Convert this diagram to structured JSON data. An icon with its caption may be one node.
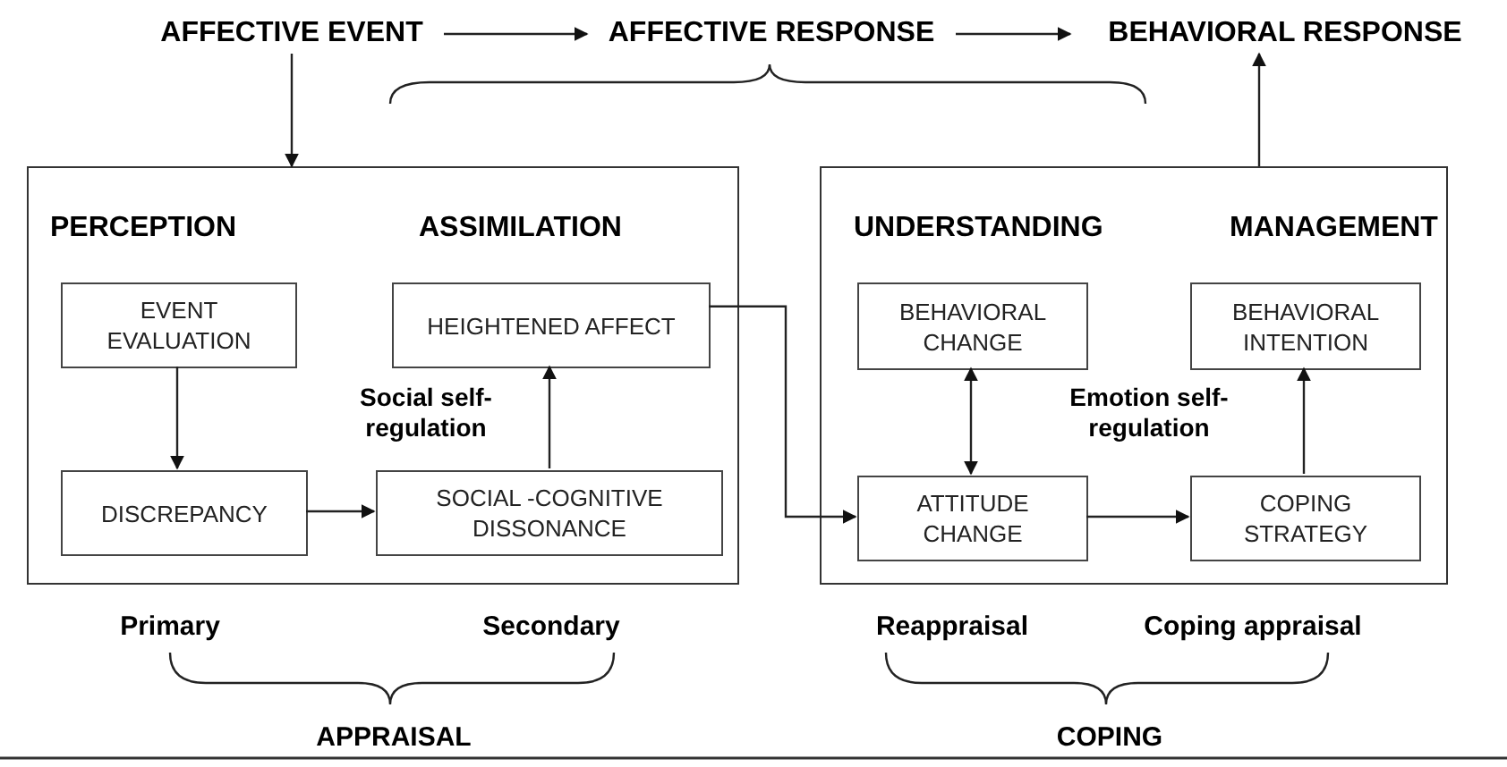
{
  "diagram": {
    "nodes": [
      {
        "text": [
          "AFFECTIVE EVENT"
        ]
      },
      {
        "text": [
          "AFFECTIVE RESPONSE"
        ]
      },
      {
        "text": [
          "BEHAVIORAL RESPONSE"
        ]
      },
      {
        "text": [
          "PERCEPTION",
          "ASSIMILATION"
        ]
      },
      {
        "text": [
          "EVENT EVALUATION"
        ],
        "in": 3
      },
      {
        "text": [
          "HEIGHTENED AFFECT"
        ],
        "in": 3
      },
      {
        "text": [
          "DISCREPANCY"
        ],
        "in": 3
      },
      {
        "text": [
          "SOCIAL -COGNITIVE DISSONANCE"
        ],
        "in": 3
      },
      {
        "text": [
          "UNDERSTANDING",
          "MANAGEMENT"
        ]
      },
      {
        "text": [
          "BEHAVIORAL CHANGE"
        ],
        "in": 8
      },
      {
        "text": [
          "BEHAVIORAL INTENTION"
        ],
        "in": 8
      },
      {
        "text": [
          "ATTITUDE CHANGE"
        ],
        "in": 8
      },
      {
        "text": [
          "COPING STRATEGY"
        ],
        "in": 8
      }
    ],
    "edges": [
      {
        "from": 0,
        "to": 1,
        "arrow": "to"
      },
      {
        "from": 1,
        "to": 2,
        "arrow": "to"
      },
      {
        "from": 0,
        "to": 3,
        "arrow": "to"
      },
      {
        "from": 8,
        "to": 2,
        "arrow": "to"
      },
      {
        "from": 4,
        "to": 6,
        "arrow": "to"
      },
      {
        "from": 6,
        "to": 7,
        "arrow": "to"
      },
      {
        "from": 7,
        "to": 5,
        "arrow": "to"
      },
      {
        "from": 5,
        "to": 11,
        "arrow": "to"
      },
      {
        "from": 9,
        "to": 11,
        "arrow": "both"
      },
      {
        "from": 11,
        "to": 12,
        "arrow": "to"
      },
      {
        "from": 12,
        "to": 10,
        "arrow": "to"
      }
    ],
    "labels": [
      "Social self-regulation",
      "Emotion self-regulation",
      "Primary",
      "Secondary",
      "Reappraisal",
      "Coping appraisal",
      "APPRAISAL",
      "COPING"
    ]
  }
}
